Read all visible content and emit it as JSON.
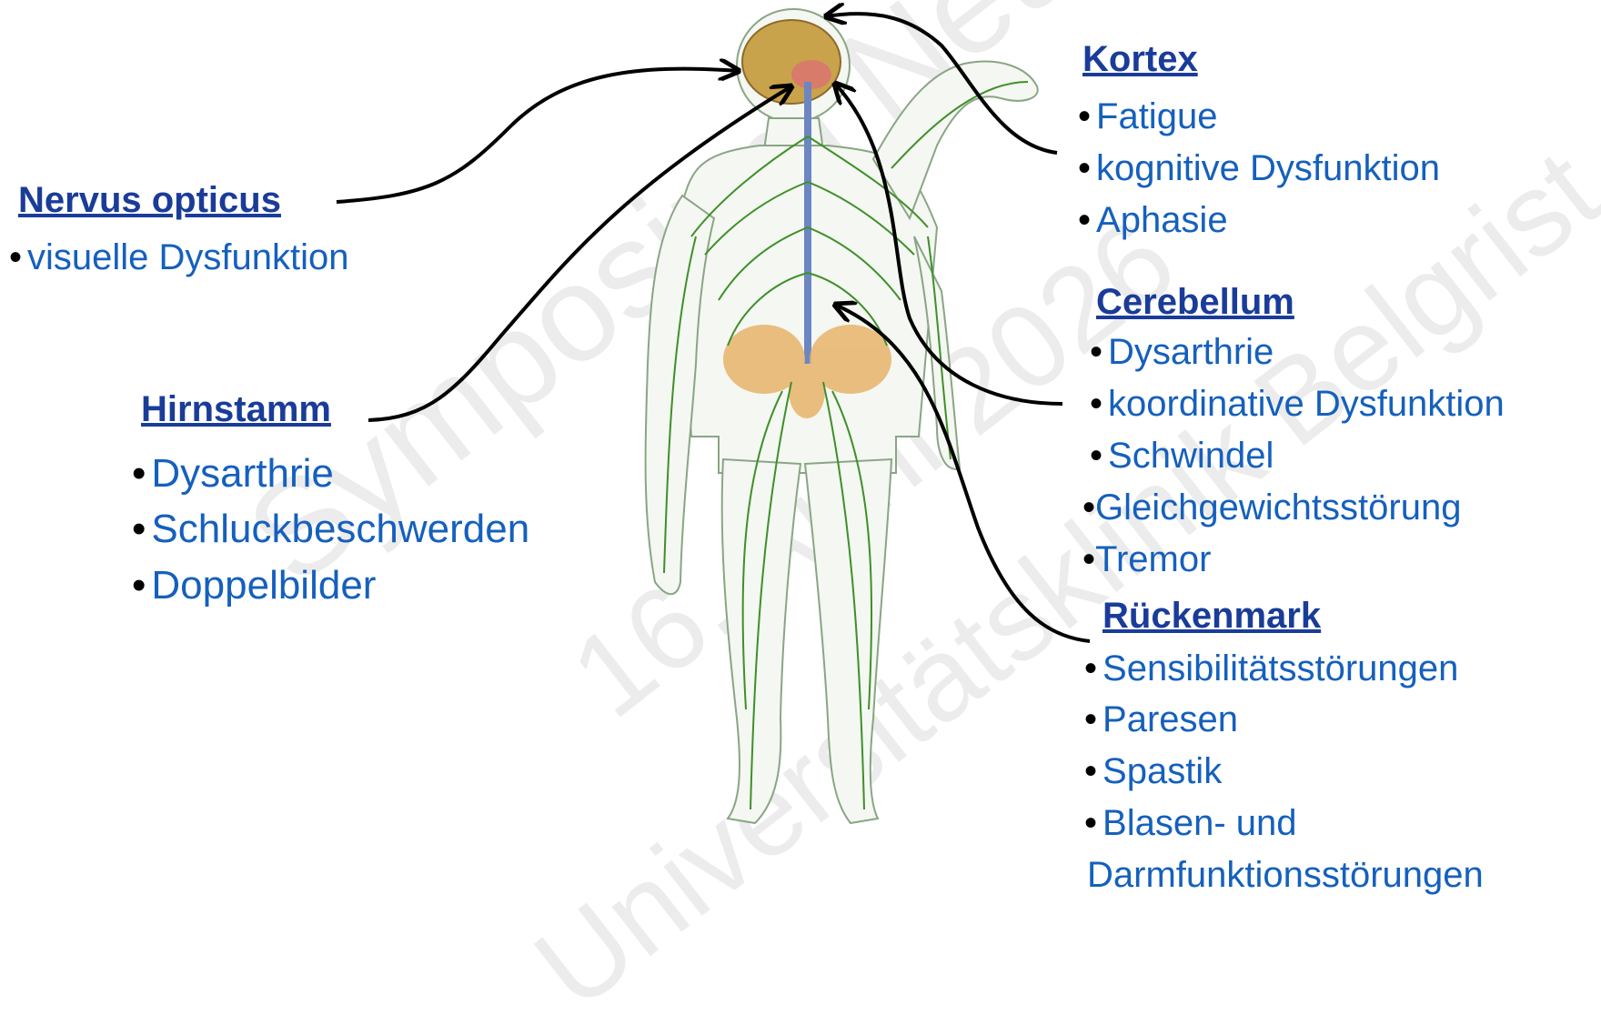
{
  "sections": {
    "nervus_opticus": {
      "title": "Nervus opticus",
      "items": [
        "visuelle Dysfunktion"
      ]
    },
    "hirnstamm": {
      "title": "Hirnstamm",
      "items": [
        "Dysarthrie",
        "Schluckbeschwerden",
        "Doppelbilder"
      ]
    },
    "kortex": {
      "title": "Kortex",
      "items": [
        "Fatigue",
        "kognitive Dysfunktion",
        "Aphasie"
      ]
    },
    "cerebellum": {
      "title": "Cerebellum",
      "items": [
        "Dysarthrie",
        "koordinative Dysfunktion",
        "Schwindel",
        "Gleichgewichtsstörung",
        "Tremor"
      ]
    },
    "rueckenmark": {
      "title": "Rückenmark",
      "items": [
        "Sensibilitätsstörungen",
        "Paresen",
        "Spastik",
        "Blasen- und",
        "Darmfunktionsstörungen"
      ]
    }
  },
  "bullet": "•",
  "watermark": [
    "Symposium Neurologie",
    "16. April 2026",
    "Universitätsklinik Belgrist"
  ],
  "colors": {
    "heading": "#1a3c99",
    "item": "#1560bd",
    "nerves": "#3f8f2a",
    "pelvis": "#e8b46a",
    "brain": "#c9a24c"
  }
}
